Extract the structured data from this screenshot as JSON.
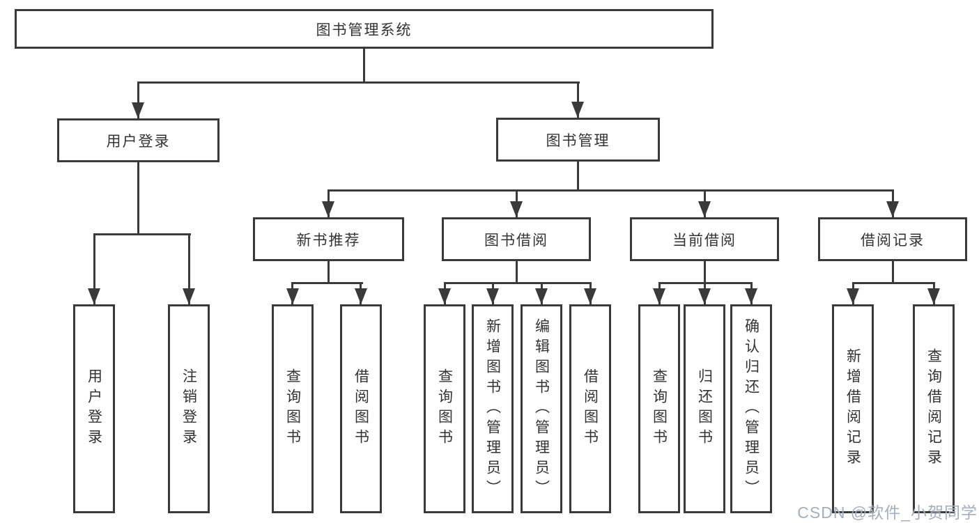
{
  "colors": {
    "line": "#3a3a3a",
    "box_border": "#3a3a3a",
    "box_background": "#ffffff",
    "text": "#333333",
    "watermark": "#a6aebb"
  },
  "watermark": "CSDN @软件_小贺同学",
  "tree": {
    "label": "图书管理系统",
    "children": [
      {
        "label": "用户登录",
        "children": [
          {
            "label": "用户登录"
          },
          {
            "label": "注销登录"
          }
        ]
      },
      {
        "label": "图书管理",
        "children": [
          {
            "label": "新书推荐",
            "children": [
              {
                "label": "查询图书"
              },
              {
                "label": "借阅图书"
              }
            ]
          },
          {
            "label": "图书借阅",
            "children": [
              {
                "label": "查询图书"
              },
              {
                "label": "新增图书（管理员）"
              },
              {
                "label": "编辑图书（管理员）"
              },
              {
                "label": "借阅图书"
              }
            ]
          },
          {
            "label": "当前借阅",
            "children": [
              {
                "label": "查询图书"
              },
              {
                "label": "归还图书"
              },
              {
                "label": "确认归还（管理员）"
              }
            ]
          },
          {
            "label": "借阅记录",
            "children": [
              {
                "label": "新增借阅记录"
              },
              {
                "label": "查询借阅记录"
              }
            ]
          }
        ]
      }
    ]
  }
}
